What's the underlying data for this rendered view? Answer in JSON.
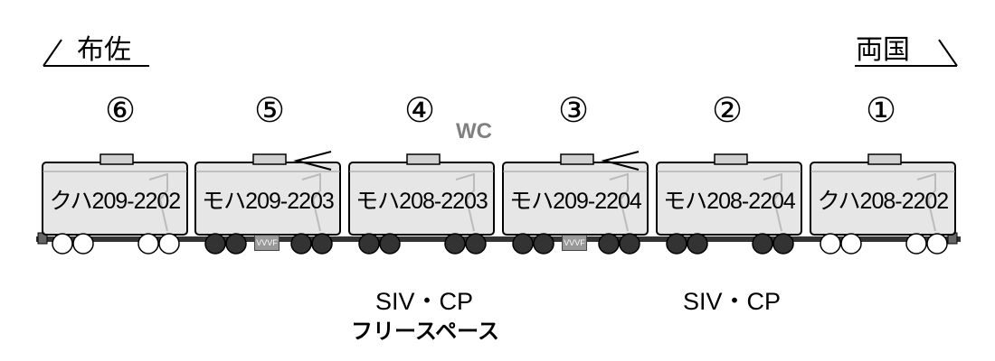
{
  "destinations": {
    "left": "布佐",
    "right": "両国"
  },
  "cars": [
    {
      "number": "⑥",
      "name": "クハ209-2202",
      "motor": false,
      "vvvf": ""
    },
    {
      "number": "⑤",
      "name": "モハ209-2203",
      "motor": true,
      "vvvf": "VVVF",
      "pantograph": true
    },
    {
      "number": "④",
      "name": "モハ208-2203",
      "motor": true,
      "vvvf": ""
    },
    {
      "number": "③",
      "name": "モハ209-2204",
      "motor": true,
      "vvvf": "VVVF",
      "pantograph": true
    },
    {
      "number": "②",
      "name": "モハ208-2204",
      "motor": true,
      "vvvf": ""
    },
    {
      "number": "①",
      "name": "クハ208-2202",
      "motor": false,
      "vvvf": ""
    }
  ],
  "wc_label": "WC",
  "equipment": {
    "car4": "SIV・CP",
    "car2": "SIV・CP"
  },
  "free_space": "フリースペース",
  "colors": {
    "body": "#e6e6e6",
    "outline": "#000000",
    "motor_wheel": "#333333",
    "trailer_wheel": "#ffffff",
    "wc": "#808080",
    "vvvf_box": "#999999"
  }
}
